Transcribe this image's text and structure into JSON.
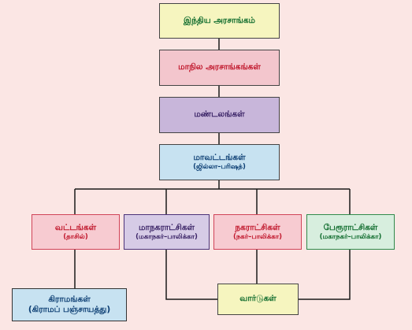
{
  "nodes": {
    "central": {
      "title": "இந்திய அரசாங்கம்"
    },
    "state": {
      "title": "மாநில அரசாங்கங்கள்"
    },
    "division": {
      "title": "மண்டலங்கள்"
    },
    "district": {
      "title": "மாவட்டங்கள்",
      "sub": "(ஜில்லா–பரிஷத்)"
    },
    "taluk": {
      "title": "வட்டங்கள்",
      "sub": "(தாசில்)"
    },
    "corporation": {
      "title": "மாநகராட்சிகள்",
      "sub": "(மகாநகர்–பாலிக்கா)"
    },
    "municipality": {
      "title": "நகராட்சிகள்",
      "sub": "(நகர்–பாலிக்கா)"
    },
    "town_panchayat": {
      "title": "பேரூராட்சிகள்",
      "sub": "(மகாநகர்–பாலிக்கா)"
    },
    "village": {
      "title": "கிராமங்கள்",
      "sub": "(கிராமப் பஞ்சாயத்து)"
    },
    "wards": {
      "title": "வார்டுகள்"
    }
  },
  "colors": {
    "background": "#fbe6e4",
    "connector": "#1a1a1a"
  }
}
